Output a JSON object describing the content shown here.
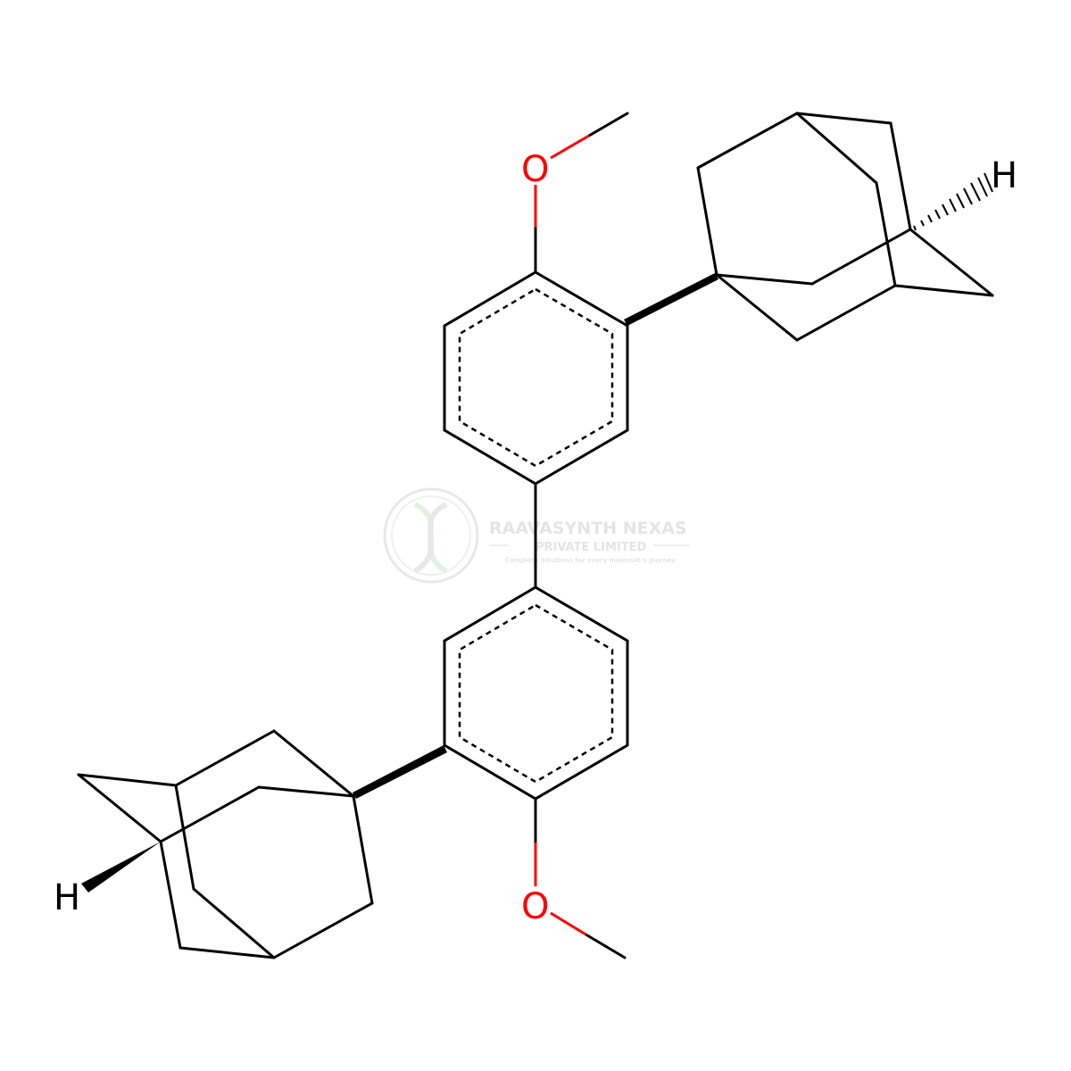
{
  "atoms": {
    "oxygen_top": "O",
    "oxygen_bottom": "O",
    "hydrogen_top": "H",
    "hydrogen_bottom": "H"
  },
  "watermark": {
    "company": "RAAVASYNTH NEXAS",
    "subtitle": "PRIVATE LIMITED",
    "tagline": "Complete solutions for every molecule's journey"
  },
  "colors": {
    "bond": "#000000",
    "oxygen": "#ff0000",
    "watermark": "#e2e2e2"
  }
}
